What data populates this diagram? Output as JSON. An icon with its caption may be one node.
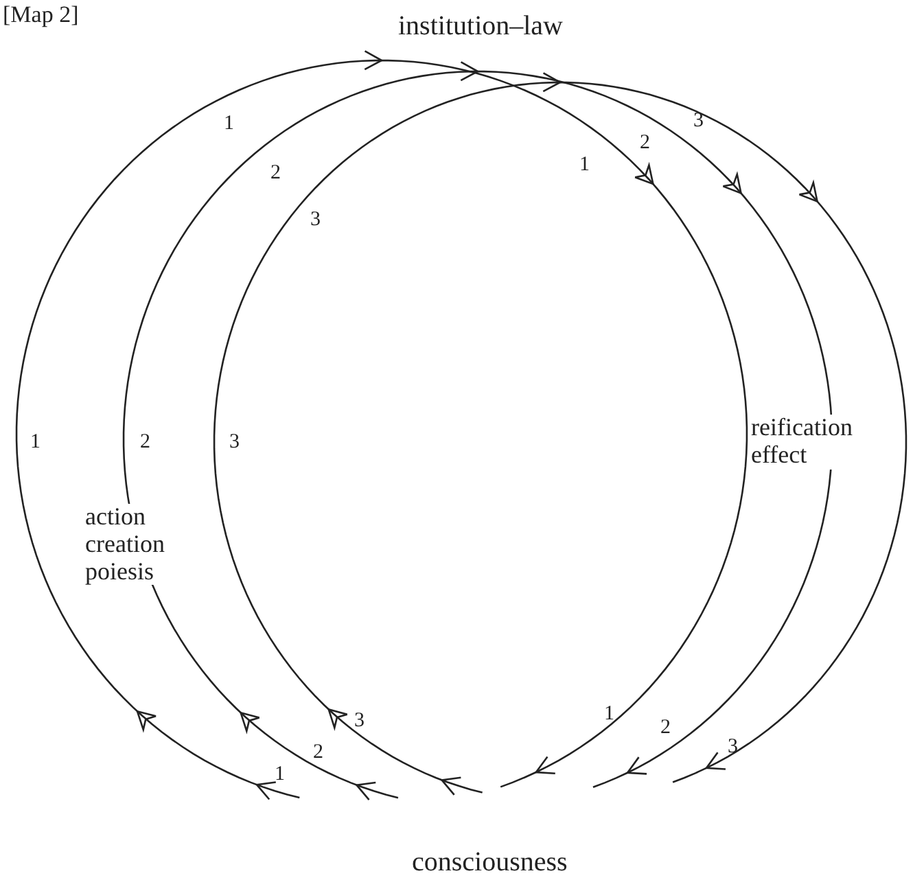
{
  "diagram": {
    "title": "[Map 2]",
    "labels": [
      "institution–law",
      "1",
      "2",
      "3",
      "1",
      "2",
      "3",
      "1",
      "2",
      "3",
      "reification effect",
      "action creation poiesis",
      "1",
      "2",
      "3",
      "1",
      "2",
      "3",
      "consciousness"
    ]
  }
}
